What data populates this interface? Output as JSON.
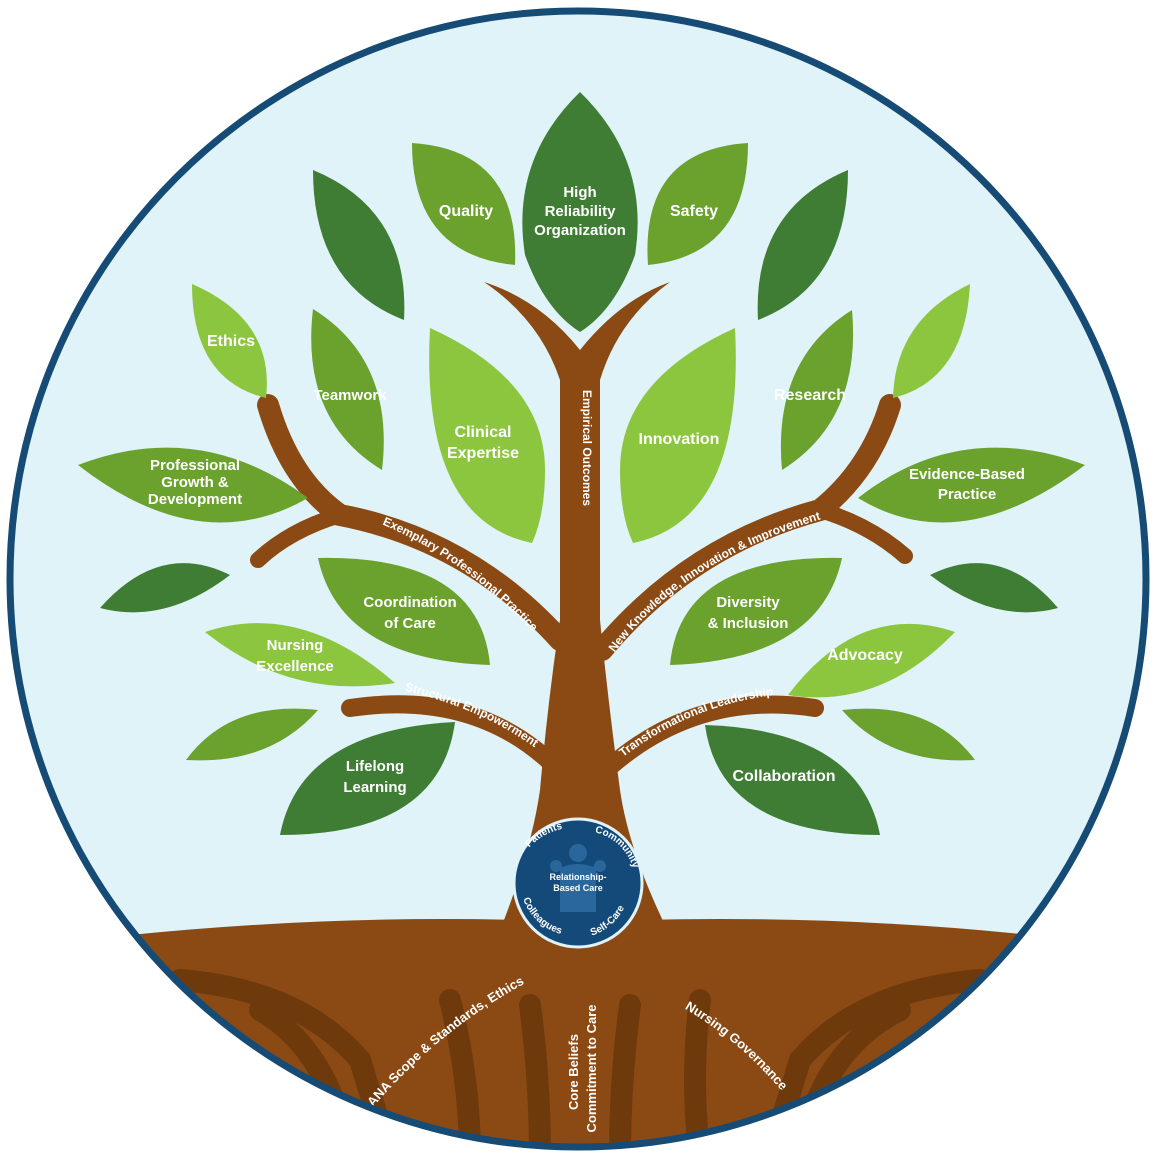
{
  "colors": {
    "sky": "#dff3f8",
    "ring": "#154b75",
    "trunk": "#8b4a14",
    "trunk_dark": "#6e3a0c",
    "leaf_dark": "#3f7d34",
    "leaf_mid": "#6aa22d",
    "leaf_light": "#8cc63f",
    "emblem": "#134a79"
  },
  "leaves": {
    "quality": "Quality",
    "hro": [
      "High",
      "Reliability",
      "Organization"
    ],
    "safety": "Safety",
    "ethics": "Ethics",
    "teamwork": "Teamwork",
    "clinical": [
      "Clinical",
      "Expertise"
    ],
    "innovation": "Innovation",
    "research": "Research",
    "prof_growth": [
      "Professional",
      "Growth &",
      "Development"
    ],
    "ebp": [
      "Evidence-Based",
      "Practice"
    ],
    "coordination": [
      "Coordination",
      "of Care"
    ],
    "diversity": [
      "Diversity",
      "& Inclusion"
    ],
    "nursing_excellence": [
      "Nursing",
      "Excellence"
    ],
    "advocacy": "Advocacy",
    "lifelong": [
      "Lifelong",
      "Learning"
    ],
    "collaboration": "Collaboration"
  },
  "branches": {
    "empirical": "Empirical Outcomes",
    "exemplary": "Exemplary Professional Practice",
    "new_knowledge": "New Knowledge, Innovation & Improvement",
    "structural": "Structural Empowerment",
    "transformational": "Transformational Leadership"
  },
  "roots": {
    "ana": "ANA Scope & Standards, Ethics",
    "core_beliefs": "Core Beliefs",
    "commitment": "Commitment to Care",
    "governance": "Nursing Governance"
  },
  "emblem": {
    "center": [
      "Relationship-",
      "Based Care"
    ],
    "patients": "Patients",
    "community": "Community",
    "colleagues": "Colleagues",
    "self_care": "Self-Care"
  }
}
